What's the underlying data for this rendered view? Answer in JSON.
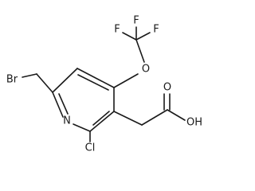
{
  "molecule": {
    "atoms": {
      "br": "Br",
      "n": "N",
      "cl": "Cl",
      "o_ether": "O",
      "f1": "F",
      "f2": "F",
      "f3": "F",
      "o_carbonyl": "O",
      "oh": "OH"
    },
    "colors": {
      "bond": "#1a1a1a",
      "label": "#1a1a1a",
      "background": "#ffffff"
    }
  }
}
